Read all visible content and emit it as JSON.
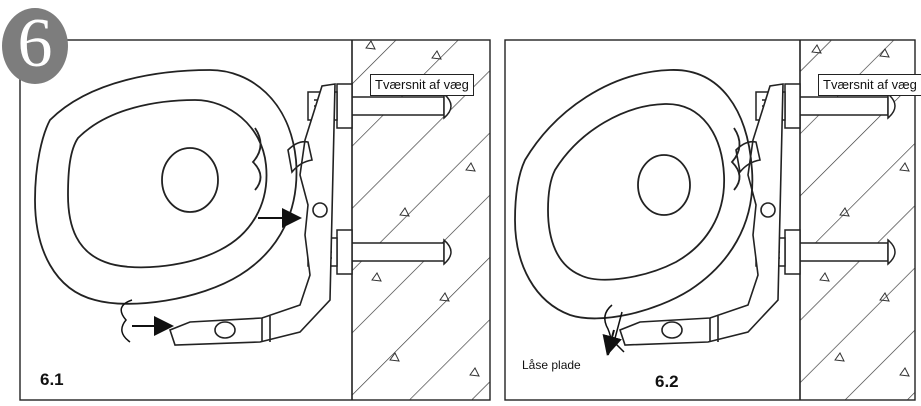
{
  "step": {
    "number": "6"
  },
  "panels": [
    {
      "id": "6.1",
      "label": "6.1",
      "wall_callout": "Tværsnit af væg"
    },
    {
      "id": "6.2",
      "label": "6.2",
      "wall_callout": "Tværsnit af væg",
      "lock_plate_label": "Låse plade"
    }
  ],
  "colors": {
    "line": "#222222",
    "badge": "#7d7d7d",
    "background": "#ffffff"
  }
}
